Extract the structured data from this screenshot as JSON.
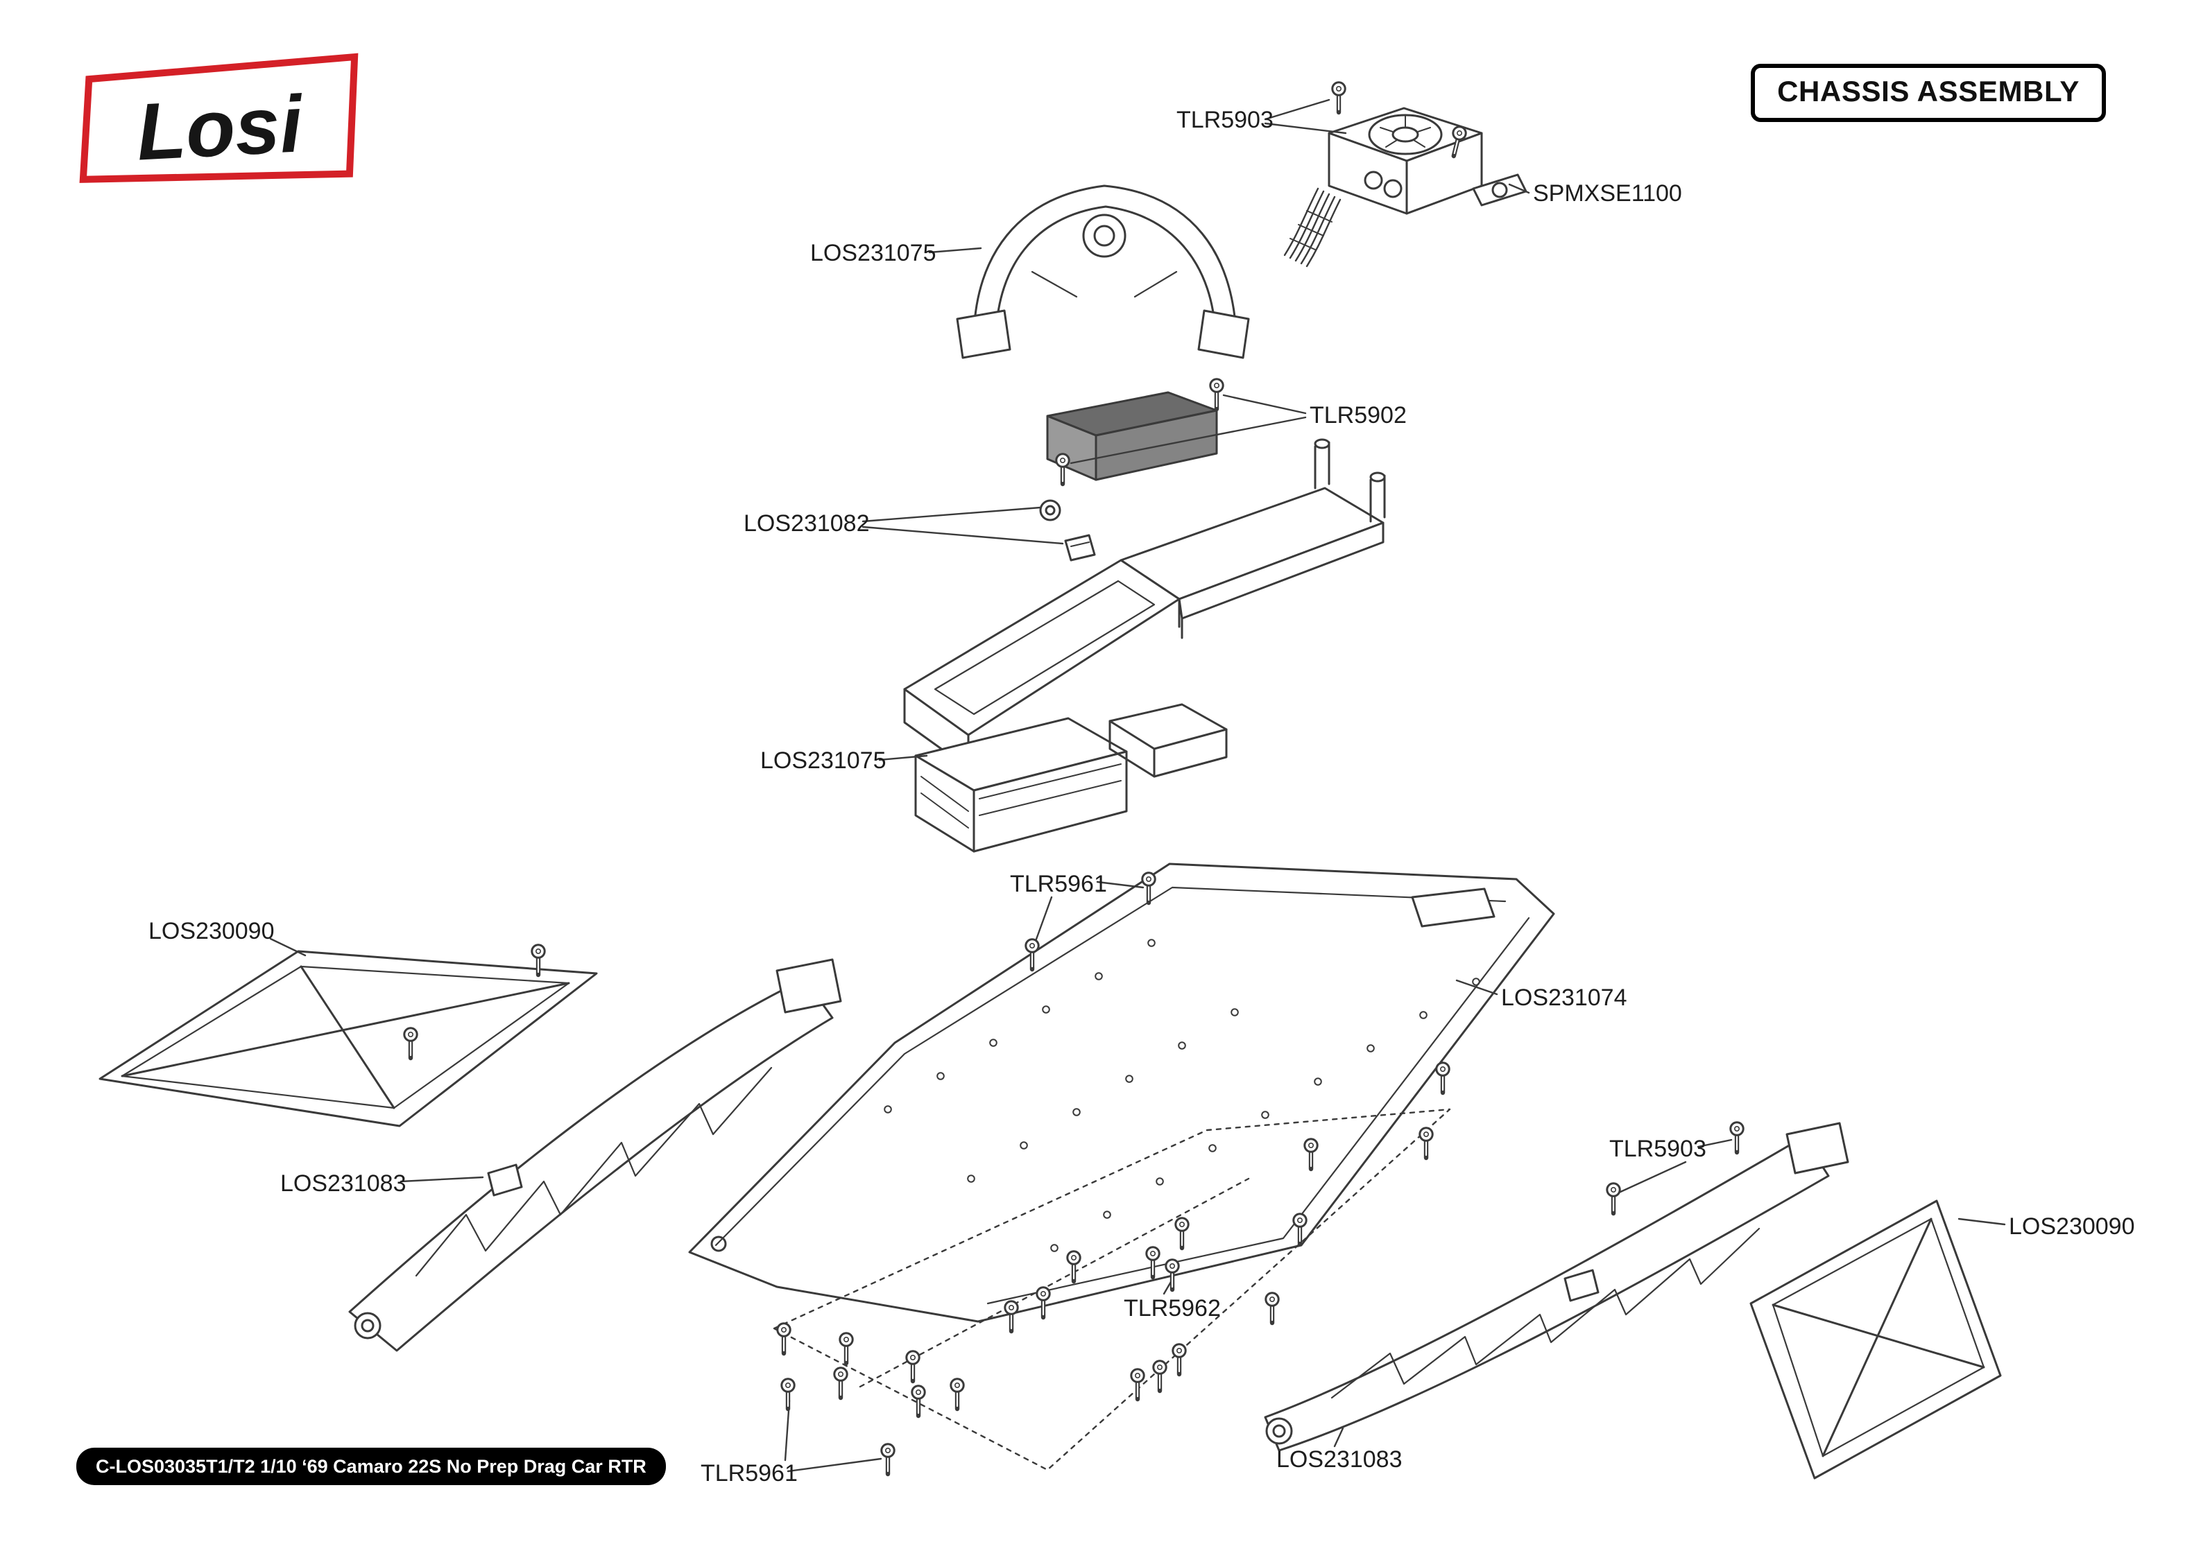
{
  "header": {
    "logo_text": "Losi",
    "title": "CHASSIS ASSEMBLY"
  },
  "footer": {
    "text": "C-LOS03035T1/T2 1/10 ‘69 Camaro 22S No Prep Drag Car RTR"
  },
  "callouts": [
    {
      "text": "TLR5903"
    },
    {
      "text": "SPMXSE1100"
    },
    {
      "text": "LOS231075"
    },
    {
      "text": "TLR5902"
    },
    {
      "text": "LOS231082"
    },
    {
      "text": "LOS231075"
    },
    {
      "text": "TLR5961"
    },
    {
      "text": "LOS230090"
    },
    {
      "text": "LOS231074"
    },
    {
      "text": "LOS231083"
    },
    {
      "text": "TLR5903"
    },
    {
      "text": "LOS230090"
    },
    {
      "text": "TLR5962"
    },
    {
      "text": "LOS231083"
    },
    {
      "text": "TLR5961"
    }
  ]
}
